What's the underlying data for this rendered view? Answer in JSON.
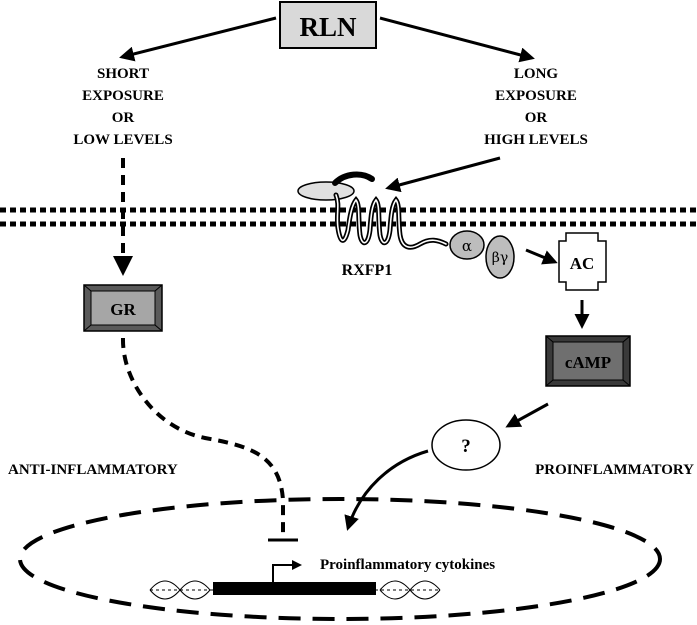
{
  "top": {
    "label": "RLN"
  },
  "left_branch": {
    "lines": [
      "SHORT",
      "EXPOSURE",
      "OR",
      "LOW LEVELS"
    ]
  },
  "right_branch": {
    "lines": [
      "LONG",
      "EXPOSURE",
      "OR",
      "HIGH LEVELS"
    ]
  },
  "receptor": {
    "label": "RXFP1"
  },
  "g_protein": {
    "alpha": "α",
    "beta_gamma": "βγ"
  },
  "ac": {
    "label": "AC"
  },
  "gr": {
    "label": "GR"
  },
  "camp": {
    "label": "cAMP"
  },
  "unknown": {
    "label": "?"
  },
  "effects": {
    "left": "ANTI-INFLAMMATORY",
    "right": "PROINFLAMMATORY"
  },
  "nucleus": {
    "gene_label": "Proinflammatory cytokines"
  },
  "colors": {
    "rln_box": "#d9d9d9",
    "gr_box": "#a6a6a6",
    "camp_box": "#6f6f6f",
    "g_protein": "#bdbdbd"
  }
}
